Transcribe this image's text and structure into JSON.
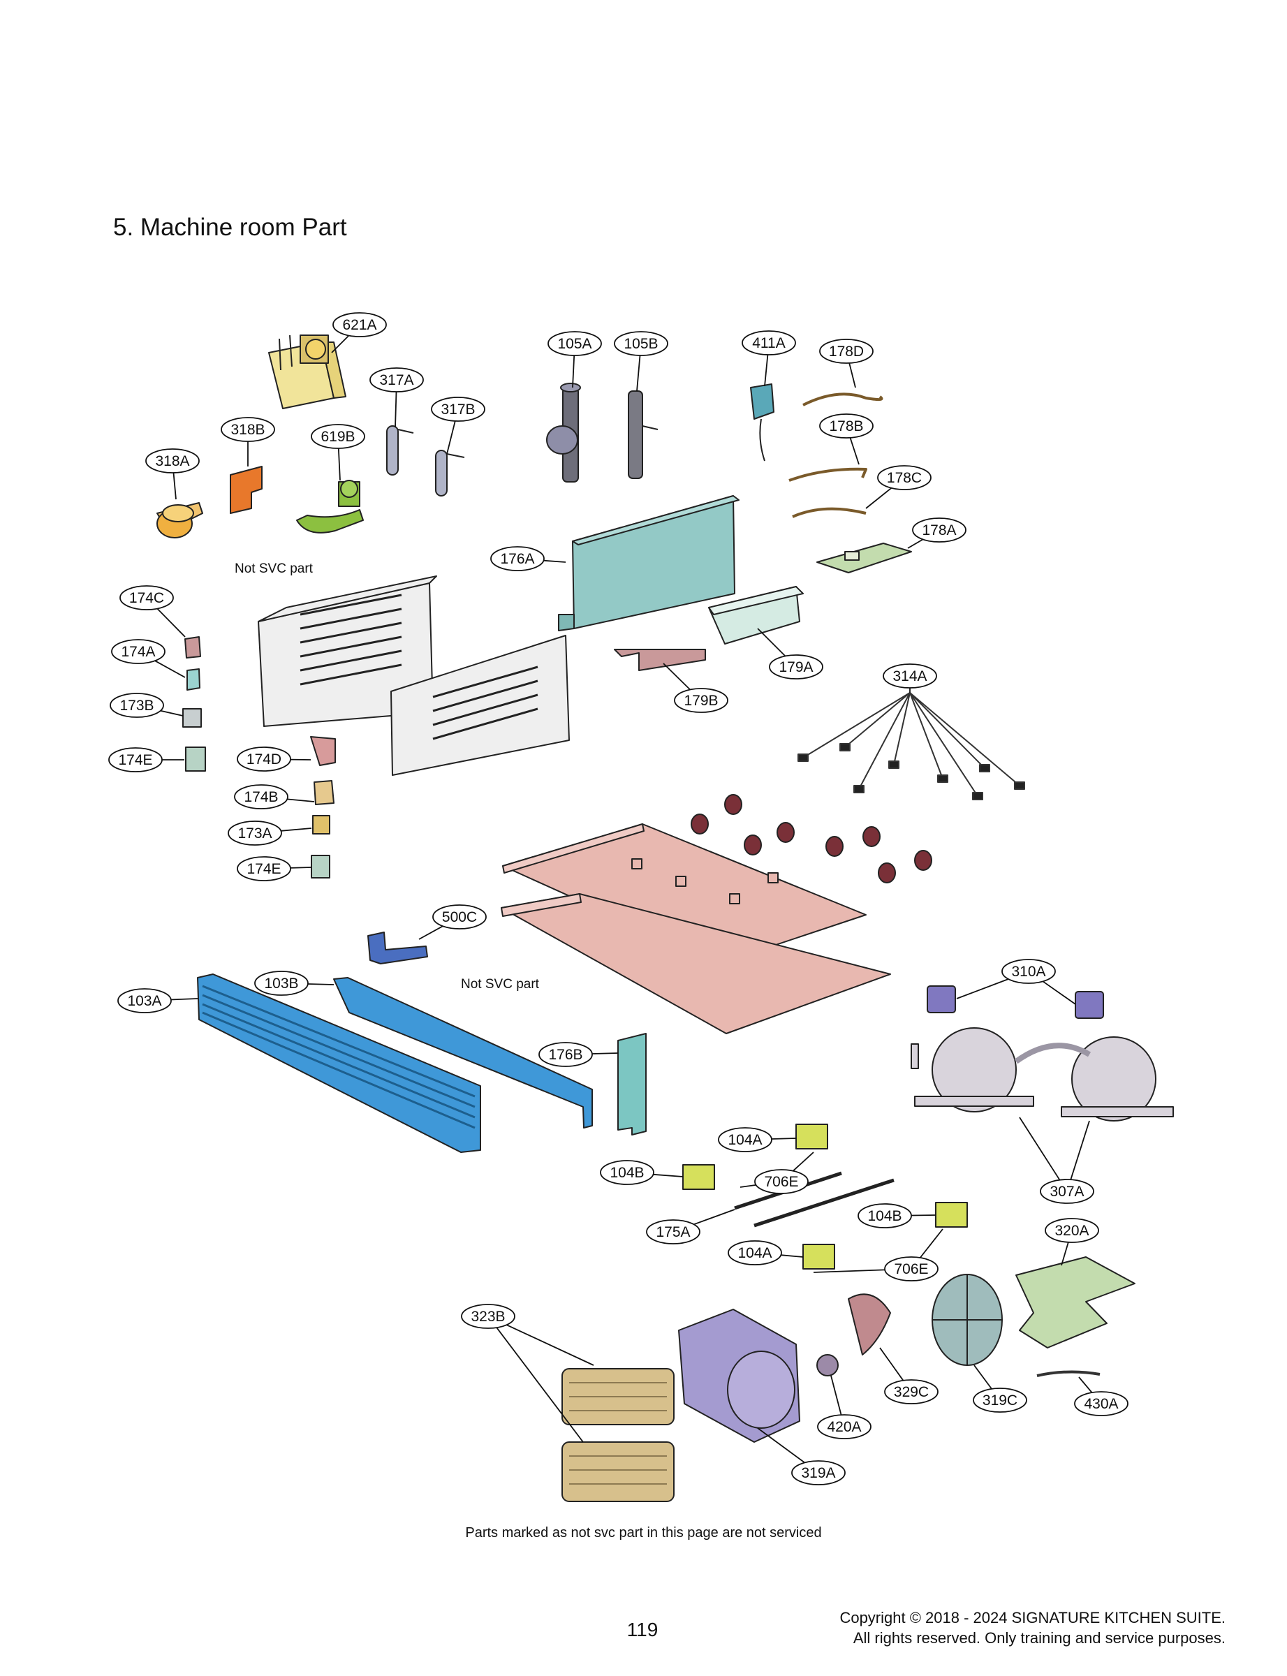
{
  "page_title": "5. Machine room Part",
  "not_svc_label": "Not SVC part",
  "footer": {
    "note": "Parts marked as not svc part in this page are not serviced",
    "page_number": "119",
    "copyright_line1": "Copyright © 2018 - 2024 SIGNATURE KITCHEN SUITE.",
    "copyright_line2": "All rights reserved. Only training and service purposes."
  },
  "callouts": [
    "621A",
    "317A",
    "317B",
    "318B",
    "619B",
    "318A",
    "105A",
    "105B",
    "411A",
    "178D",
    "178B",
    "178C",
    "178A",
    "176A",
    "174C",
    "174A",
    "173B",
    "174E",
    "174D",
    "174B",
    "173A",
    "174E",
    "179A",
    "179B",
    "314A",
    "500C",
    "310A",
    "103B",
    "103A",
    "176B",
    "104A",
    "104B",
    "706E",
    "307A",
    "175A",
    "104B",
    "320A",
    "104A",
    "706E",
    "323B",
    "329C",
    "319C",
    "430A",
    "420A",
    "319A"
  ],
  "colors": {
    "yellow_part": "#f1e49a",
    "orange_part": "#e8782b",
    "green_part": "#8cc040",
    "teal_panel": "#93c9c6",
    "mint_panel": "#d5ebe3",
    "pink_base": "#e8b8b0",
    "blue_part": "#3f98d8",
    "purple_part": "#a49bd0",
    "grey_compressor": "#d9d4dc",
    "sage_tray": "#c3dcae",
    "lime_bracket": "#d6e05c",
    "pink_bracket": "#c9999a",
    "harness": "#7a5a2a"
  }
}
